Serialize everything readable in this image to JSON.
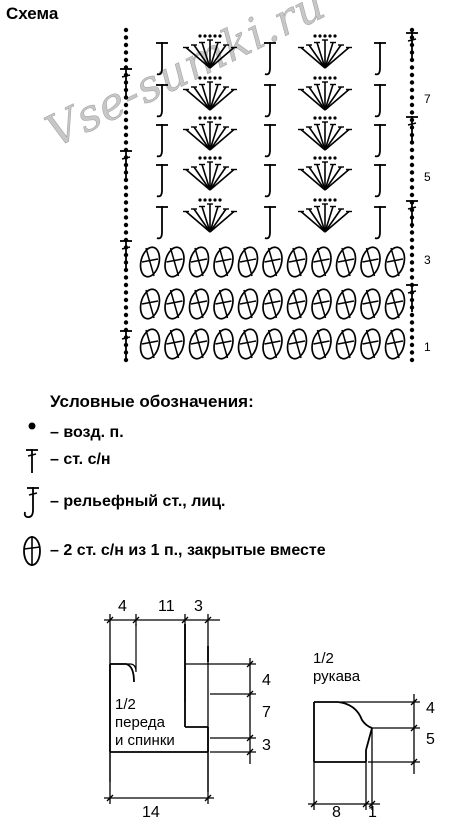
{
  "title": "Схема",
  "watermark": "Vse-sumki.ru",
  "row_numbers": [
    "7",
    "5",
    "3",
    "1"
  ],
  "legend": {
    "heading": "Условные обозначения:",
    "items": [
      {
        "icon": "chain-stitch-icon",
        "text": "– возд. п."
      },
      {
        "icon": "double-crochet-icon",
        "text": "– ст. с/н"
      },
      {
        "icon": "front-post-double-crochet-icon",
        "text": "– рельефный ст., лиц."
      },
      {
        "icon": "cluster-2dc-icon",
        "text": "– 2 ст. с/н из 1 п., закрытые вместе"
      }
    ]
  },
  "front_back_schematic": {
    "label": "1/2\nпереда\nи спинки",
    "top_dims": [
      "4",
      "11",
      "3"
    ],
    "right_dims": [
      "4",
      "7",
      "3"
    ],
    "bottom_dim": "14"
  },
  "sleeve_schematic": {
    "label": "1/2\nрукава",
    "right_dims": [
      "4",
      "5"
    ],
    "bottom_dims": [
      "8",
      "1"
    ]
  }
}
